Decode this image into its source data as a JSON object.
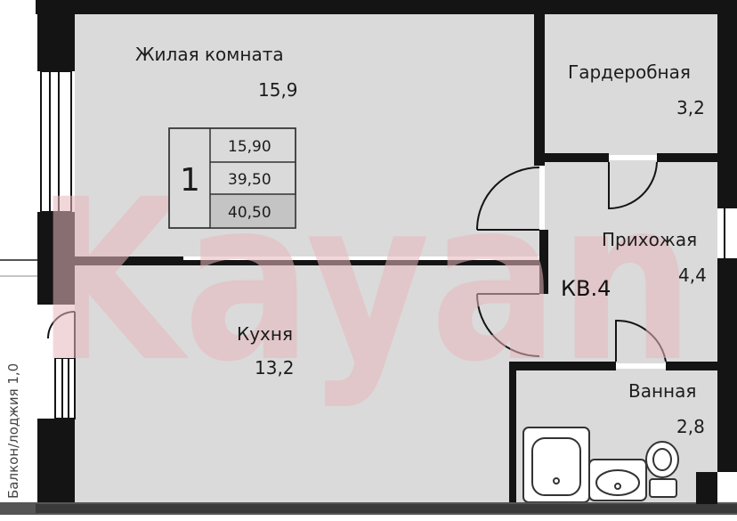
{
  "rooms": {
    "living": {
      "name": "Жилая комната",
      "area": "15,9"
    },
    "wardrobe": {
      "name": "Гардеробная",
      "area": "3,2"
    },
    "hallway": {
      "name": "Прихожая",
      "area": "4,4"
    },
    "kitchen": {
      "name": "Кухня",
      "area": "13,2"
    },
    "bathroom": {
      "name": "Ванная",
      "area": "2,8"
    }
  },
  "apartment": {
    "label": "КВ.4"
  },
  "legend": {
    "rooms_count": "1",
    "living_area": "15,90",
    "total_area": "39,50",
    "total_area_with_balcony": "40,50"
  },
  "balcony": {
    "label": "Балкон/лоджия 1,0"
  },
  "watermark": {
    "text": "Kayan"
  },
  "colors": {
    "wall": "#141414",
    "floor": "#dadada",
    "legend_highlight": "#c4c4c4",
    "watermark": "#e8b8bd"
  }
}
